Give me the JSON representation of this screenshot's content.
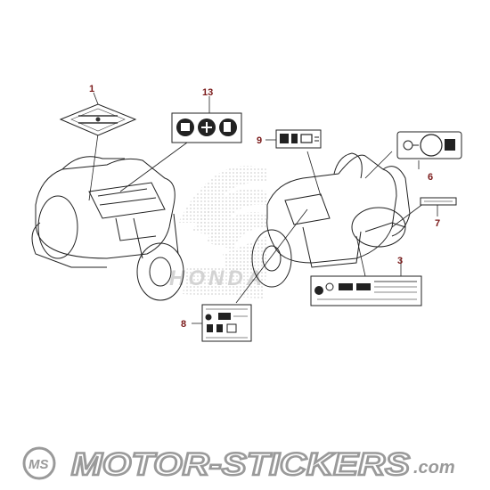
{
  "diagram": {
    "callouts": [
      {
        "id": "1",
        "label": "1"
      },
      {
        "id": "13",
        "label": "13"
      },
      {
        "id": "9",
        "label": "9"
      },
      {
        "id": "6",
        "label": "6"
      },
      {
        "id": "7",
        "label": "7"
      },
      {
        "id": "3",
        "label": "3"
      },
      {
        "id": "8",
        "label": "8"
      }
    ],
    "watermark": {
      "text": "HONDA"
    }
  },
  "footer": {
    "brand_main": "MOTOR-STICKERS",
    "brand_suffix": ".com",
    "logo_letters": "MS"
  },
  "colors": {
    "callout": "#7a1a1a",
    "line": "#222222",
    "watermark": "#d8d8d8",
    "footer_gray": "#9a9a9a"
  }
}
